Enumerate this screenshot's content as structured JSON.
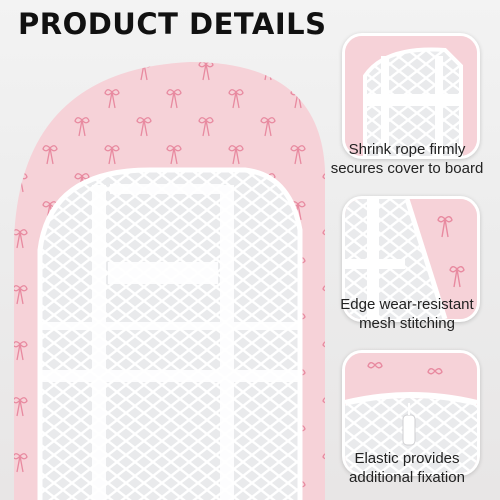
{
  "title": "PRODUCT DETAILS",
  "colors": {
    "cover_pink": "#f6d2d8",
    "bow_pink": "#e88aa0",
    "mesh_white": "#ffffff",
    "title_black": "#111111"
  },
  "details": [
    {
      "caption": "Shrink rope firmly secures cover to board"
    },
    {
      "caption": "Edge wear-resistant mesh stitching"
    },
    {
      "caption": "Elastic provides additional fixation"
    }
  ]
}
